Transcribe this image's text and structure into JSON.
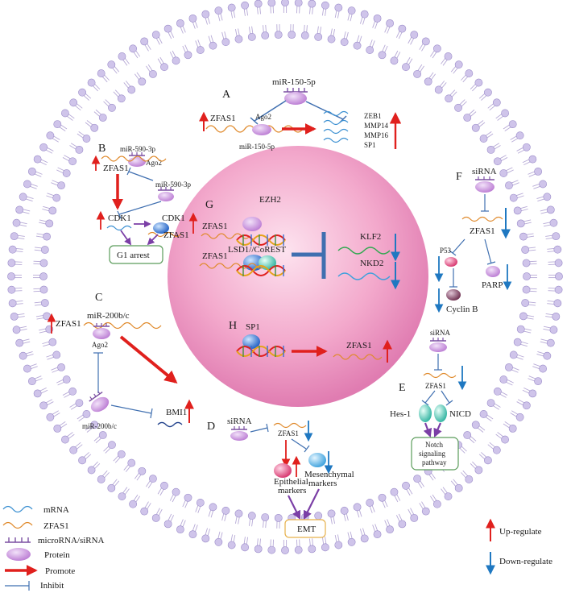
{
  "colors": {
    "membrane": "#b7aad6",
    "nucleus": "#ec8fbf",
    "promote": "#e0201d",
    "down": "#1f78c1",
    "protein": "#c47fd6",
    "mrna": "#3a8fd1",
    "zfas1": "#e08a2c",
    "inhibit": "#3f6fb0",
    "micro": "#7b4fa2",
    "emt_border": "#e6b04a",
    "g1_border": "#5a9c5a"
  },
  "panels": {
    "A": {
      "letter": "A",
      "mir_top": "miR-150-5p",
      "zfas1": "ZFAS1",
      "ago2": "Ago2",
      "mir_bottom": "miR-150-5p",
      "targets": [
        "ZEB1",
        "MMP14",
        "MMP16",
        "SP1"
      ]
    },
    "B": {
      "letter": "B",
      "mir_top": "miR-590-3p",
      "ago2": "Ago2",
      "zfas1": "ZFAS1",
      "mir_mid": "miR-590-3p",
      "cdk1_left": "CDK1",
      "cdk1_right": "CDK1",
      "zfas1_bottom": "ZFAS1",
      "box": "G1 arrest"
    },
    "C": {
      "letter": "C",
      "zfas1": "ZFAS1",
      "mir": "miR-200b/c",
      "ago2": "Ago2",
      "mir_bottom": "miR-200b/c",
      "bmi1": "BMI1"
    },
    "D": {
      "letter": "D",
      "sirna": "siRNA",
      "zfas1": "ZFAS1",
      "epi": [
        "Epithelial",
        "markers"
      ],
      "mes": [
        "Mesenchymal",
        "markers"
      ],
      "box": "EMT"
    },
    "E": {
      "letter": "E",
      "sirna": "siRNA",
      "zfas1": "ZFAS1",
      "hes": "Hes-1",
      "nicd": "NICD",
      "box": [
        "Notch",
        "signaling",
        "pathway"
      ]
    },
    "F": {
      "letter": "F",
      "sirna": "siRNA",
      "zfas1": "ZFAS1",
      "p53": "P53",
      "parp": "PARP",
      "cyclin": "Cyclin B"
    },
    "G": {
      "letter": "G",
      "ezh2": "EZH2",
      "zfas1_a": "ZFAS1",
      "lsd": "LSD1//CoREST",
      "zfas1_b": "ZFAS1",
      "klf2": "KLF2",
      "nkd2": "NKD2"
    },
    "H": {
      "letter": "H",
      "sp1": "SP1",
      "zfas1": "ZFAS1"
    }
  },
  "legend": {
    "items": [
      "mRNA",
      "ZFAS1",
      "microRNA/siRNA",
      "Protein",
      "Promote",
      "Inhibit"
    ],
    "up": "Up-regulate",
    "down": "Down-regulate"
  }
}
